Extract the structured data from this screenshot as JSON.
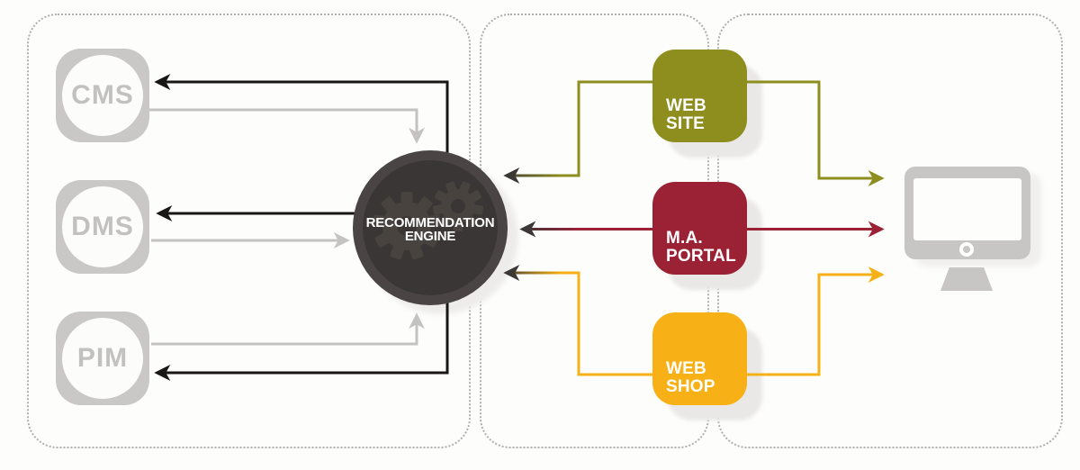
{
  "diagram": {
    "type": "recommendation-engine-architecture",
    "engine": {
      "label_line1": "RECOMMENDATION",
      "label_line2": "ENGINE"
    },
    "sources": [
      {
        "label": "CMS"
      },
      {
        "label": "DMS"
      },
      {
        "label": "PIM"
      }
    ],
    "channels": [
      {
        "label_line1": "WEB",
        "label_line2": "SITE",
        "color": "#8d8e1e"
      },
      {
        "label_line1": "M.A.",
        "label_line2": "PORTAL",
        "color": "#9b2135"
      },
      {
        "label_line1": "WEB",
        "label_line2": "SHOP",
        "color": "#f7b015"
      }
    ],
    "device": {
      "icon": "desktop-monitor-icon"
    },
    "colors": {
      "engine_ring": "#4a4544",
      "engine_face": "#3a3635",
      "gear": "#48433f",
      "source_gray": "#c9c8c7",
      "source_text": "#c2c1c0",
      "line_black": "#191716",
      "line_gray": "#c4c3c2",
      "arrow_dark": "#3c3836",
      "region_border": "#aeaeae",
      "shadow": "#e9e8e6",
      "background": "#fdfdfc"
    }
  }
}
